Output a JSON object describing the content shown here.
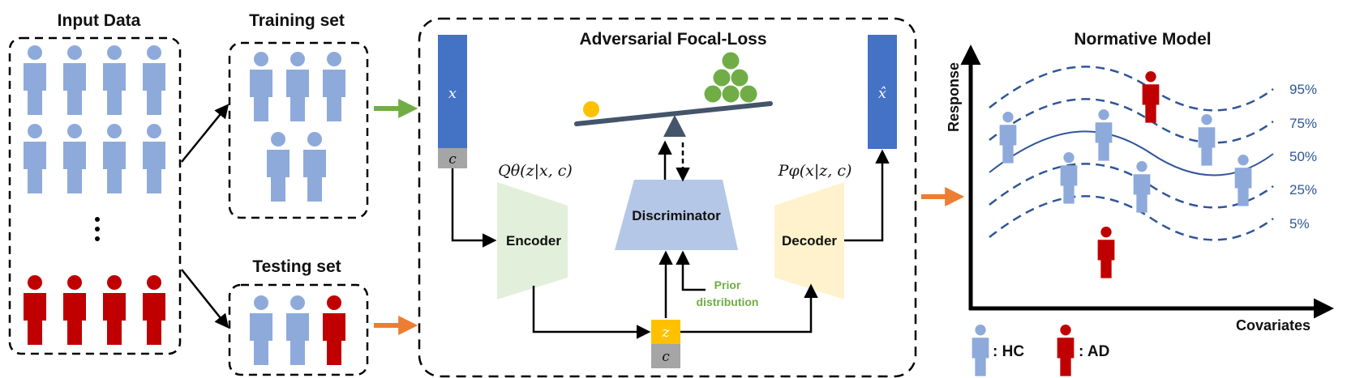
{
  "panels": {
    "input_title": "Input Data",
    "training_title": "Training set",
    "testing_title": "Testing set",
    "afl_title": "Adversarial Focal-Loss",
    "normative_title": "Normative Model"
  },
  "model": {
    "x_symbol": "x",
    "x_hat_symbol": "x̂",
    "c_symbol": "c",
    "z_symbol": "z",
    "q_label": "Qθ(z|x, c)",
    "p_label": "Pφ(x|z, c)",
    "encoder": "Encoder",
    "decoder": "Decoder",
    "discriminator": "Discriminator",
    "prior_line1": "Prior",
    "prior_line2": "distribution"
  },
  "normative": {
    "y_axis": "Response",
    "x_axis": "Covariates",
    "percentiles": [
      "95%",
      "75%",
      "50%",
      "25%",
      "5%"
    ]
  },
  "legend": {
    "hc": ": HC",
    "ad": ": AD"
  },
  "colors": {
    "hc": "#8eaadb",
    "ad": "#c00000",
    "x_block": "#4472c4",
    "c_block": "#a5a5a5",
    "z_block": "#ffc000",
    "encoder": "#e2efda",
    "decoder": "#fff2cc",
    "discriminator": "#b4c7e7",
    "green": "#70ad47",
    "orange": "#ed7d31",
    "curve": "#2f5597"
  }
}
